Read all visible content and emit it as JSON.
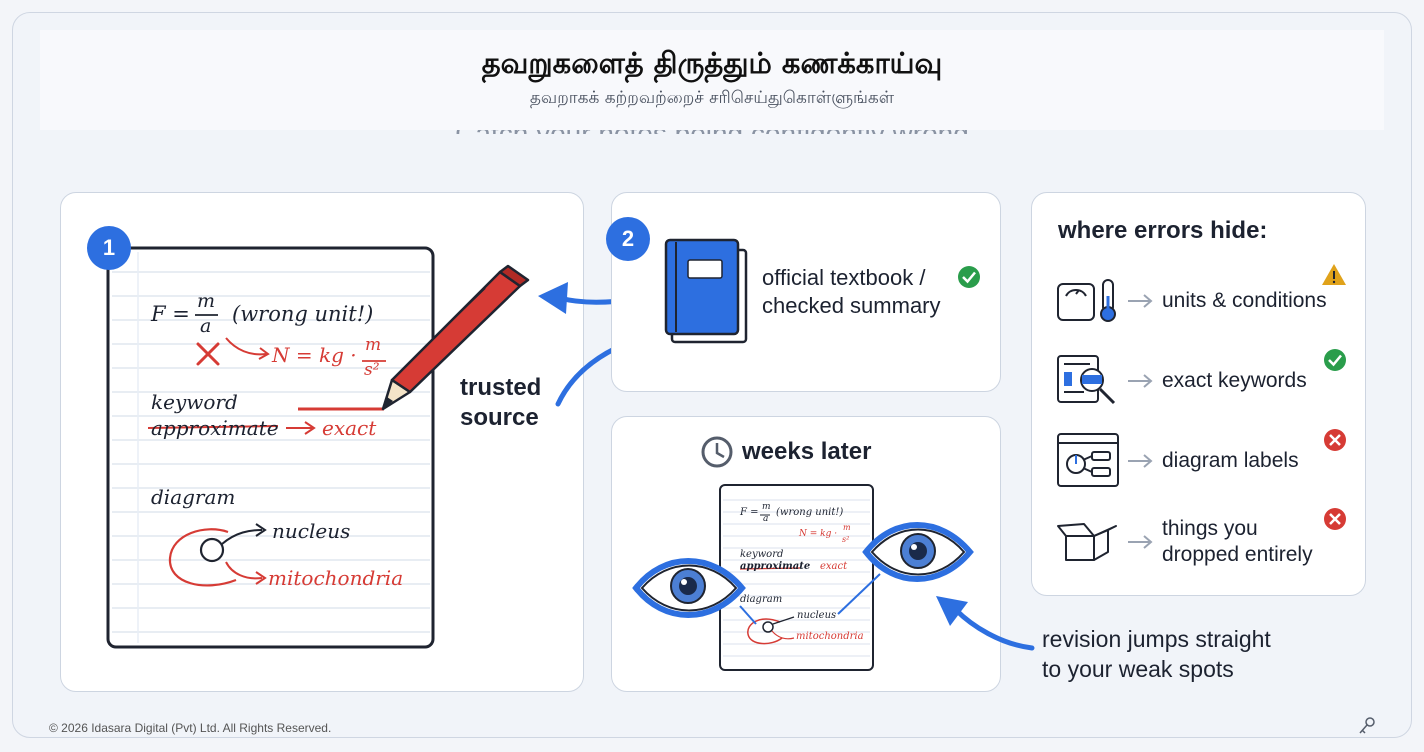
{
  "header": {
    "title": "தவறுகளைத் திருத்தும் கணக்காய்வு",
    "subtitle": "தவறாகக் கற்றவற்றைச் சரிசெய்துகொள்ளுங்கள்",
    "english_subtitle": "Catch your notes being confidently wrong"
  },
  "step1": {
    "badge": "1",
    "formula_lhs": "F =",
    "frac_num": "m",
    "frac_den": "a",
    "wrong_note": "(wrong unit!)",
    "unit_fix": "N = kg ·",
    "unit_num": "m",
    "unit_den": "s²",
    "keyword_label": "keyword",
    "keyword_wrong": "approximate",
    "keyword_fix": "exact",
    "diagram_label": "diagram",
    "label_a": "nucleus",
    "label_b": "mitochondria"
  },
  "step2": {
    "badge": "2",
    "source_line1": "official textbook /",
    "source_line2": "checked summary",
    "trusted_line1": "trusted",
    "trusted_line2": "source"
  },
  "step3": {
    "heading": "weeks later",
    "mini_formula": "F =",
    "mini_num": "m",
    "mini_den": "a",
    "mini_wrong": "(wrong unit!)",
    "mini_fix": "N = kg ·",
    "mini_unit_num": "m",
    "mini_unit_den": "s²",
    "mini_keyword": "keyword",
    "mini_wrong_word": "approximate",
    "mini_exact": "exact",
    "mini_diagram": "diagram",
    "mini_nucleus": "nucleus",
    "mini_mito": "mitochondria",
    "caption_line1": "revision jumps straight",
    "caption_line2": "to your weak spots"
  },
  "errors": {
    "heading": "where errors hide:",
    "items": [
      {
        "label": "units & conditions",
        "status": "warning",
        "icon": "scale-thermometer-icon"
      },
      {
        "label": "exact keywords",
        "status": "check",
        "icon": "document-magnifier-icon"
      },
      {
        "label": "diagram labels",
        "status": "cross",
        "icon": "diagram-window-icon"
      },
      {
        "label_line1": "things you",
        "label_line2": "dropped entirely",
        "status": "cross",
        "icon": "open-box-icon"
      }
    ]
  },
  "colors": {
    "accent": "#2d6fe0",
    "red": "#d63b35",
    "green": "#2a9d4b",
    "amber": "#e0a21a"
  },
  "footer": {
    "copyright": "© 2026 Idasara Digital (Pvt) Ltd. All Rights Reserved."
  }
}
